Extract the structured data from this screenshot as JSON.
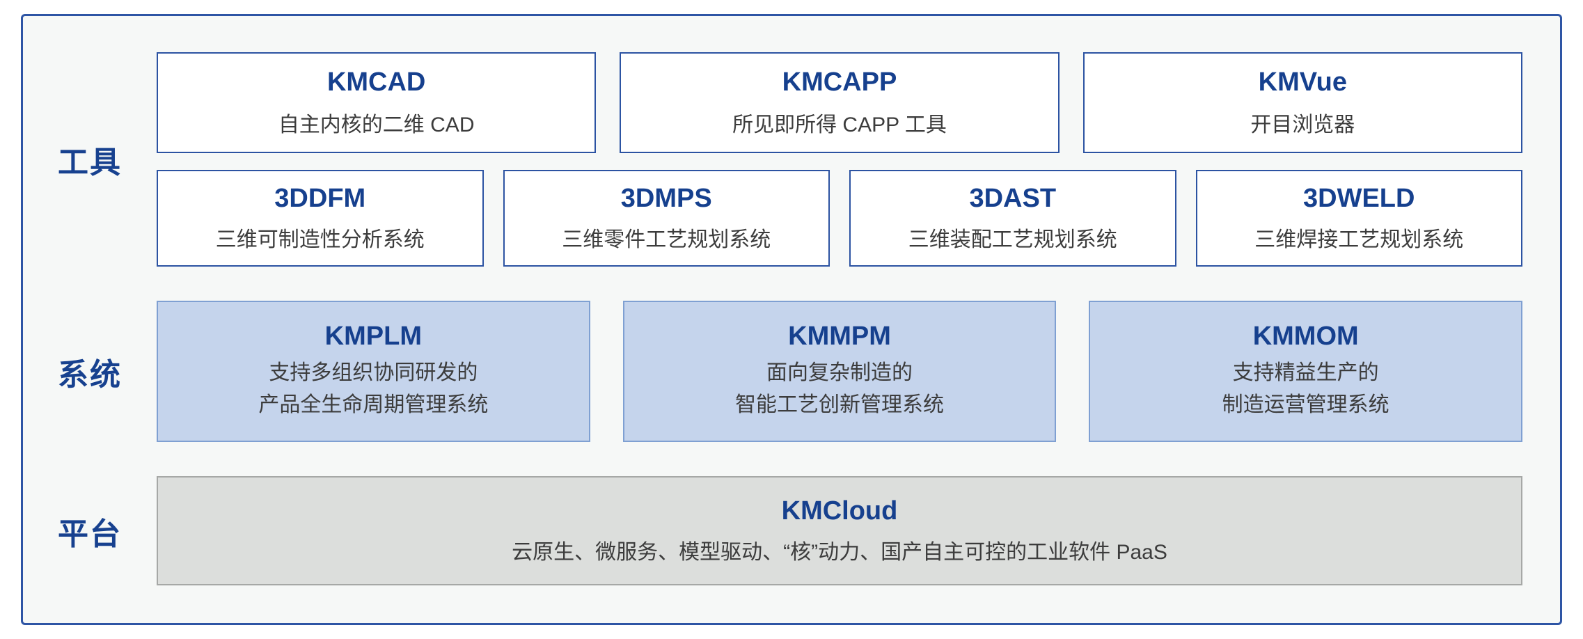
{
  "colors": {
    "frame_border": "#2e55a5",
    "title_blue": "#16408e",
    "label_blue": "#17418f",
    "tool_box_fill": "#ffffff",
    "tool_box_border": "#2c53a2",
    "system_box_fill": "#c5d4ec",
    "system_box_border": "#7fa0d2",
    "platform_box_fill": "#dcdedc",
    "platform_box_border": "#a6a8a6",
    "subtitle_text": "#3c3c3c"
  },
  "tools": {
    "label": "工具",
    "row1": [
      {
        "title": "KMCAD",
        "subtitle": "自主内核的二维 CAD"
      },
      {
        "title": "KMCAPP",
        "subtitle": "所见即所得 CAPP 工具"
      },
      {
        "title": "KMVue",
        "subtitle": "开目浏览器"
      }
    ],
    "row2": [
      {
        "title": "3DDFM",
        "subtitle": "三维可制造性分析系统"
      },
      {
        "title": "3DMPS",
        "subtitle": "三维零件工艺规划系统"
      },
      {
        "title": "3DAST",
        "subtitle": "三维装配工艺规划系统"
      },
      {
        "title": "3DWELD",
        "subtitle": "三维焊接工艺规划系统"
      }
    ]
  },
  "systems": {
    "label": "系统",
    "boxes": [
      {
        "title": "KMPLM",
        "lines": [
          "支持多组织协同研发的",
          "产品全生命周期管理系统"
        ]
      },
      {
        "title": "KMMPM",
        "lines": [
          "面向复杂制造的",
          "智能工艺创新管理系统"
        ]
      },
      {
        "title": "KMMOM",
        "lines": [
          "支持精益生产的",
          "制造运营管理系统"
        ]
      }
    ]
  },
  "platform": {
    "label": "平台",
    "box": {
      "title": "KMCloud",
      "subtitle": "云原生、微服务、模型驱动、“核”动力、国产自主可控的工业软件 PaaS"
    }
  }
}
